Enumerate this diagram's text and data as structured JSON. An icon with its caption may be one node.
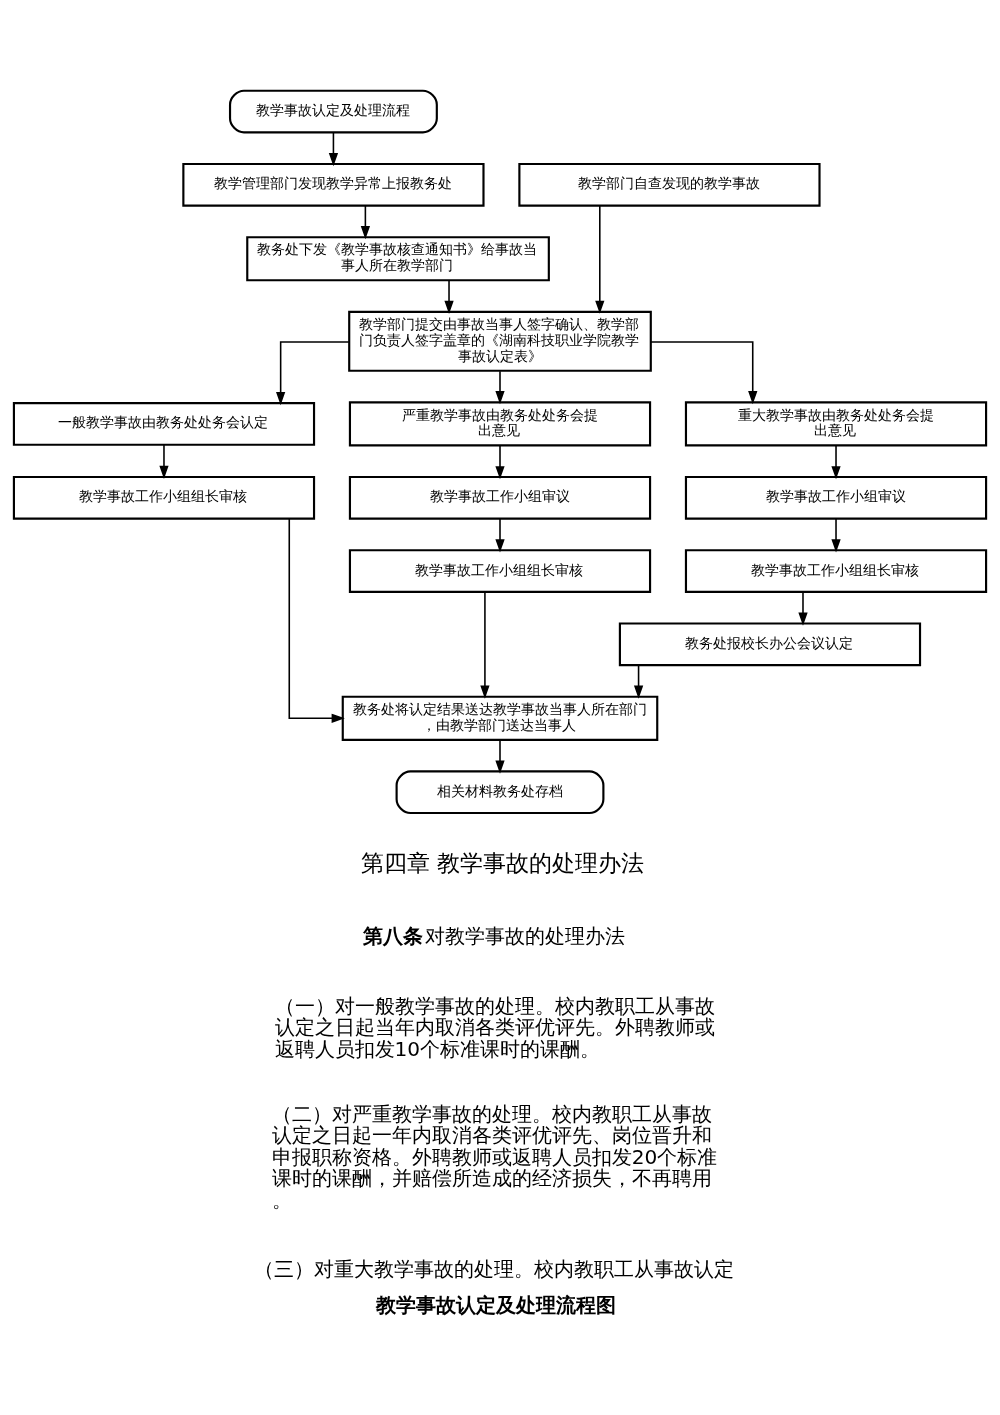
{
  "diagram": {
    "caption": "教学事故认定及处理流程图",
    "nodes": [
      {
        "text": [
          "教学事故认定及处理流程"
        ]
      },
      {
        "text": [
          "教学管理部门发现教学异常上报教务处"
        ]
      },
      {
        "text": [
          "教学部门自查发现的教学事故"
        ]
      },
      {
        "text": [
          "教务处下发《教学事故核查通知书》给事故当事人所在教学部门"
        ]
      },
      {
        "text": [
          "教学部门提交由事故当事人签字确认、教学部门负责人签字盖章的《湖南科技职业学院教学事故认定表》"
        ]
      },
      {
        "text": [
          "一般教学事故由教务处处务会认定"
        ]
      },
      {
        "text": [
          "严重教学事故由教务处处务会提出意见"
        ]
      },
      {
        "text": [
          "重大教学事故由教务处处务会提出意见"
        ]
      },
      {
        "text": [
          "教学事故工作小组组长审核"
        ]
      },
      {
        "text": [
          "教学事故工作小组审议"
        ]
      },
      {
        "text": [
          "教学事故工作小组审议"
        ]
      },
      {
        "text": [
          "教学事故工作小组组长审核"
        ]
      },
      {
        "text": [
          "教学事故工作小组组长审核"
        ]
      },
      {
        "text": [
          "教务处报校长办公会议认定"
        ]
      },
      {
        "text": [
          "教务处将认定结果送达教学事故当事人所在部门，由教学部门送达当事人"
        ]
      },
      {
        "text": [
          "相关材料教务处存档"
        ]
      }
    ],
    "edges": [
      {
        "from": 0,
        "to": 1,
        "arrow": "to"
      },
      {
        "from": 1,
        "to": 3,
        "arrow": "to"
      },
      {
        "from": 2,
        "to": 4,
        "arrow": "to"
      },
      {
        "from": 3,
        "to": 4,
        "arrow": "to"
      },
      {
        "from": 4,
        "to": 5,
        "arrow": "to"
      },
      {
        "from": 4,
        "to": 6,
        "arrow": "to"
      },
      {
        "from": 4,
        "to": 7,
        "arrow": "to"
      },
      {
        "from": 5,
        "to": 8,
        "arrow": "to"
      },
      {
        "from": 6,
        "to": 9,
        "arrow": "to"
      },
      {
        "from": 7,
        "to": 10,
        "arrow": "to"
      },
      {
        "from": 9,
        "to": 11,
        "arrow": "to"
      },
      {
        "from": 10,
        "to": 12,
        "arrow": "to"
      },
      {
        "from": 12,
        "to": 13,
        "arrow": "to"
      },
      {
        "from": 8,
        "to": 14,
        "arrow": "to"
      },
      {
        "from": 11,
        "to": 14,
        "arrow": "to"
      },
      {
        "from": 13,
        "to": 14,
        "arrow": "to"
      },
      {
        "from": 14,
        "to": 15,
        "arrow": "to"
      }
    ],
    "labels": [
      "第四章 教学事故的处理办法",
      "**第八条** 对教学事故的处理办法",
      "（一）对一般教学事故的处理。校内教职工从事故认定之日起当年内取消各类评优评先。外聘教师或返聘人员扣发10个标准课时的课酬。",
      "（二）对严重教学事故的处理。校内教职工从事故认定之日起一年内取消各类评优评先、岗位晋升和申报职称资格。外聘教师或返聘人员扣发20个标准课时的课酬，并赔偿所造成的经济损失，不再聘用。",
      "（三）对重大教学事故的处理。校内教职工从事故认定"
    ]
  }
}
